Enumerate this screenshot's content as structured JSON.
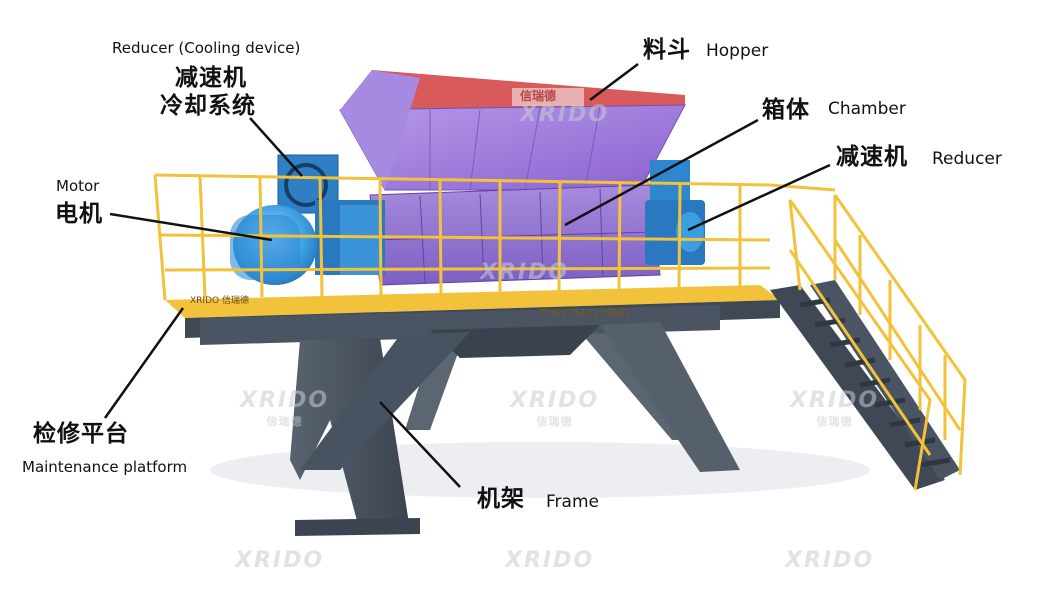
{
  "labels": {
    "reducer_cooling_en": "Reducer (Cooling device)",
    "reducer_cooling_zh1": "减速机",
    "reducer_cooling_zh2": "冷却系统",
    "motor_en": "Motor",
    "motor_zh": "电机",
    "hopper_zh": "料斗",
    "hopper_en": "Hopper",
    "chamber_zh": "箱体",
    "chamber_en": "Chamber",
    "reducer_zh": "减速机",
    "reducer_en": "Reducer",
    "platform_zh": "检修平台",
    "platform_en": "Maintenance platform",
    "frame_zh": "机架",
    "frame_en": "Frame"
  },
  "machine_text": {
    "front_brand": "XRIDO 信瑞德",
    "phone": "T:8617513178882",
    "hopper_logo": "信瑞德"
  },
  "watermark": {
    "brand": "XRIDO",
    "sub": "信瑞德"
  },
  "colors": {
    "hopper": "#9a78d8",
    "hopper_rim": "#e46a6a",
    "rail": "#f2c23a",
    "frame": "#4a5462",
    "platform": "#3f4854",
    "motor": "#3a9ee0",
    "label_text": "#111111",
    "leader_line": "#111111"
  }
}
